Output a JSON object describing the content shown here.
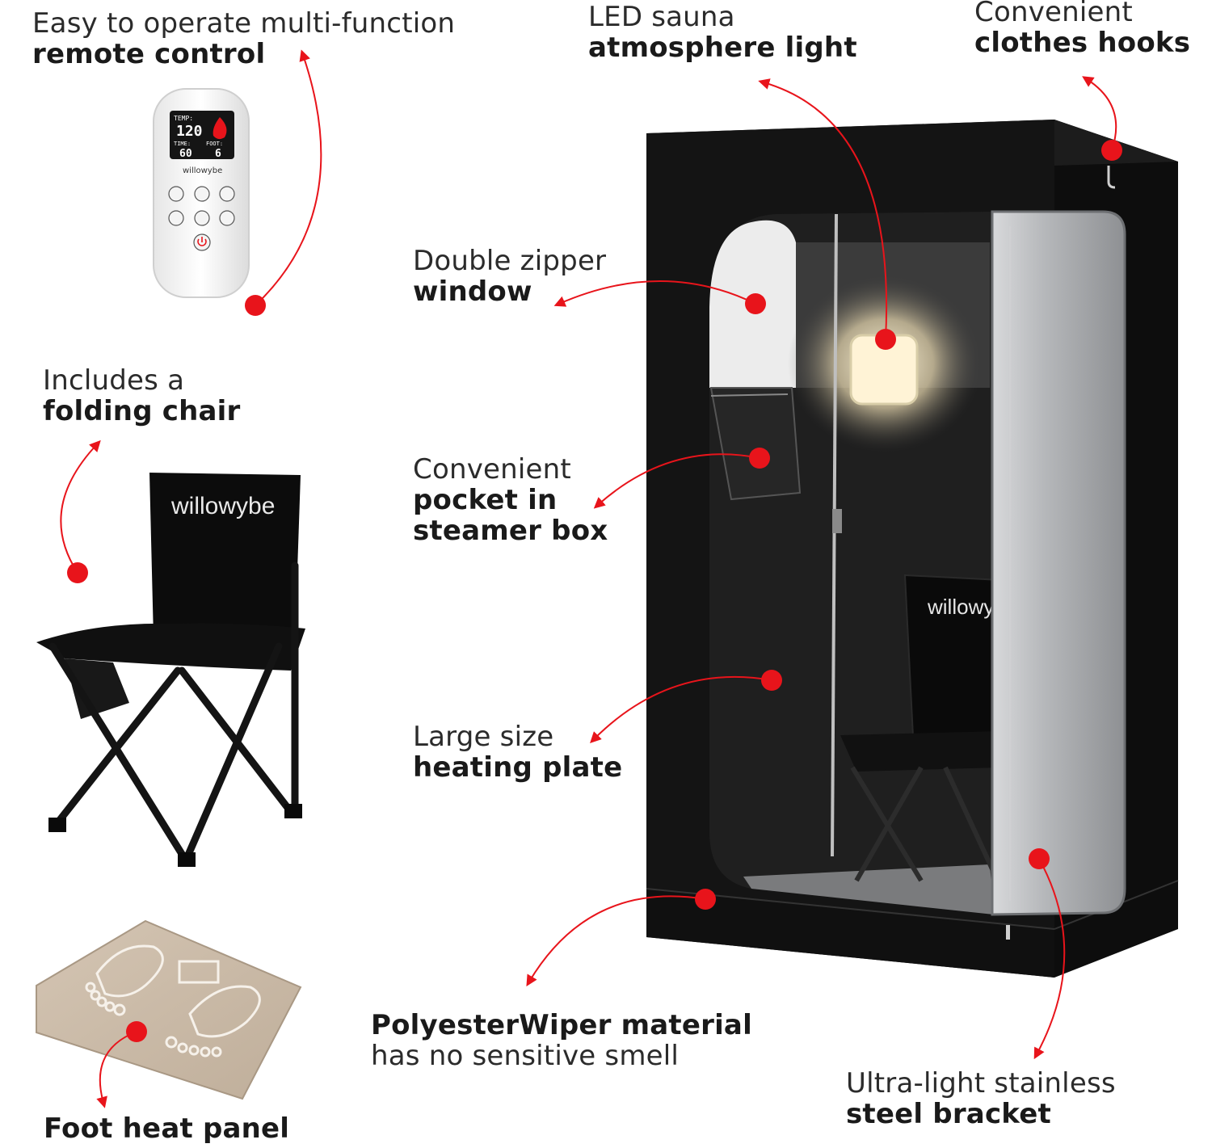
{
  "callouts": {
    "remote": {
      "light": "Easy to operate multi-function",
      "bold": "remote control"
    },
    "led": {
      "light": "LED sauna",
      "bold": "atmosphere light"
    },
    "hooks": {
      "light": "Convenient",
      "bold": "clothes hooks"
    },
    "window": {
      "light": "Double zipper",
      "bold": "window"
    },
    "chair": {
      "light": "Includes a",
      "bold": "folding chair"
    },
    "pocket": {
      "light": "Convenient",
      "bold1": "pocket in",
      "bold2": "steamer box"
    },
    "plate": {
      "light": "Large size",
      "bold": "heating plate"
    },
    "material": {
      "bold": "PolyesterWiper material",
      "light": "has no sensitive smell"
    },
    "bracket": {
      "light": "Ultra-light stainless",
      "bold": "steel bracket"
    },
    "foot": {
      "bold": "Foot heat panel"
    }
  },
  "remote": {
    "display": {
      "temp_label": "TEMP:",
      "temp_value": "120",
      "time_label": "TIME:",
      "time_value": "60",
      "foot_label": "FOOT:",
      "foot_value": "6"
    },
    "brand": "willowybe"
  },
  "chair_brand": "willowybe",
  "tent_chair_brand": "willowy",
  "colors": {
    "accent": "#e8141b",
    "tent": "#111111",
    "silver": "#a7a9ac",
    "mat": "#c9b9a6",
    "text": "#1a1a1a"
  }
}
